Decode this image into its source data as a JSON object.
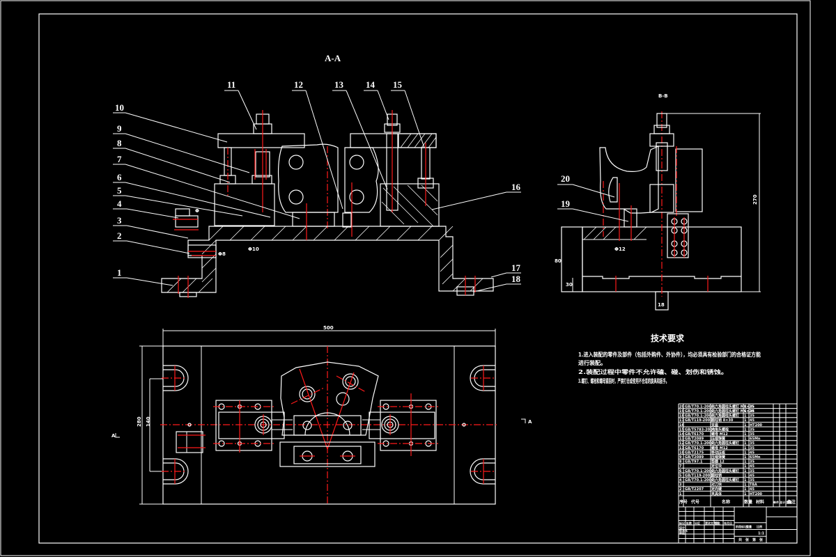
{
  "colors": {
    "background": "#000000",
    "outline": "#ffffff",
    "centerline": "#ff1a1a"
  },
  "views": {
    "section_aa": {
      "title": "A-A"
    },
    "section_bb": {
      "title": "B-B"
    },
    "plan": {
      "section_marker_left": "A",
      "section_marker_right": "A"
    }
  },
  "callouts": {
    "section_aa": [
      "1",
      "2",
      "3",
      "4",
      "5",
      "6",
      "7",
      "8",
      "9",
      "10",
      "11",
      "12",
      "13",
      "14",
      "15",
      "16",
      "17",
      "18"
    ],
    "section_bb": [
      "20",
      "19"
    ]
  },
  "dimensions": {
    "plan_width": "500",
    "plan_height_outer": "280",
    "plan_height_inner": "140",
    "bb_height_total": "270",
    "bb_base_height": "80",
    "bb_base_foot": "30",
    "bb_slot": "18",
    "bb_fit": "Φ12",
    "aa_fit_left": "Φ8",
    "aa_fit_right": "Φ10"
  },
  "technical_requirements": {
    "title": "技术要求",
    "items": [
      "1.进入装配的零件及部件（包括外购件、外协件），均必须具有检验部门的合格证方能",
      "进行装配。",
      "2.装配过程中零件不允许磕、碰、划伤和锈蚀。",
      "3.螺钉、螺栓和螺母紧固时，严禁打击或使用不合适的旋具和扳手。"
    ]
  },
  "parts_list": {
    "headers": [
      "序号",
      "代号",
      "名称",
      "数量",
      "材料",
      "单件 总计 重量",
      "备注"
    ],
    "rows": [
      [
        "20",
        "GB/T70.1-2000",
        "内六角圆柱头螺钉 M8×25",
        "1",
        "35",
        ""
      ],
      [
        "19",
        "GB/T70.1-2000",
        "内六角圆柱头螺钉 M6×20",
        "1",
        "35",
        ""
      ],
      [
        "18",
        "GB/T70.1-2000",
        "内六角圆柱头螺钉",
        "1",
        "35",
        ""
      ],
      [
        "17",
        "GB/T119-2000",
        "圆柱销 8×30",
        "1",
        "45",
        ""
      ],
      [
        "16",
        "",
        "支座",
        "1",
        "HT200",
        ""
      ],
      [
        "15",
        "GB/T5783-2000",
        "六角头螺栓",
        "1",
        "35",
        ""
      ],
      [
        "14",
        "GB/T6170",
        "螺母 M12",
        "1",
        "35",
        ""
      ],
      [
        "13",
        "GB/T2089",
        "压缩弹簧",
        "1",
        "65Mn",
        ""
      ],
      [
        "12",
        "GB/T70.1-2000",
        "内六角圆柱头螺钉",
        "1",
        "35",
        ""
      ],
      [
        "11",
        "GB/T6170",
        "螺母 M12",
        "1",
        "35",
        ""
      ],
      [
        "10",
        "GB/T2175",
        "移动压板",
        "1",
        "45",
        ""
      ],
      [
        "9",
        "GB/T2089",
        "压缩弹簧",
        "1",
        "65Mn",
        ""
      ],
      [
        "8",
        "GB/T97.1",
        "垫圈 12",
        "1",
        "35",
        ""
      ],
      [
        "7",
        "",
        "定位块",
        "1",
        "45",
        ""
      ],
      [
        "6",
        "GB/T70.1-2000",
        "内六角圆柱头螺钉",
        "1",
        "35",
        ""
      ],
      [
        "5",
        "GB/T119-2000",
        "圆柱销",
        "1",
        "45",
        ""
      ],
      [
        "4",
        "GB/T70.1-2000",
        "内六角圆柱头螺钉",
        "1",
        "35",
        ""
      ],
      [
        "3",
        "",
        "对刀块",
        "1",
        "T8A",
        ""
      ],
      [
        "2",
        "GB/T2207",
        "定向键",
        "1",
        "45",
        ""
      ],
      [
        "1",
        "",
        "夹具体",
        "1",
        "HT200",
        ""
      ]
    ]
  },
  "title_block": {
    "row_labels": [
      "标记",
      "处数",
      "分区",
      "更改文件号",
      "签名",
      "年月日"
    ],
    "roles": [
      "设计",
      "标准化",
      "审核",
      "工艺",
      "批准"
    ],
    "stage_labels": [
      "阶段标记",
      "重量",
      "比例"
    ],
    "scale": "1:1",
    "sheet": [
      "共",
      "张",
      "第",
      "张"
    ]
  }
}
